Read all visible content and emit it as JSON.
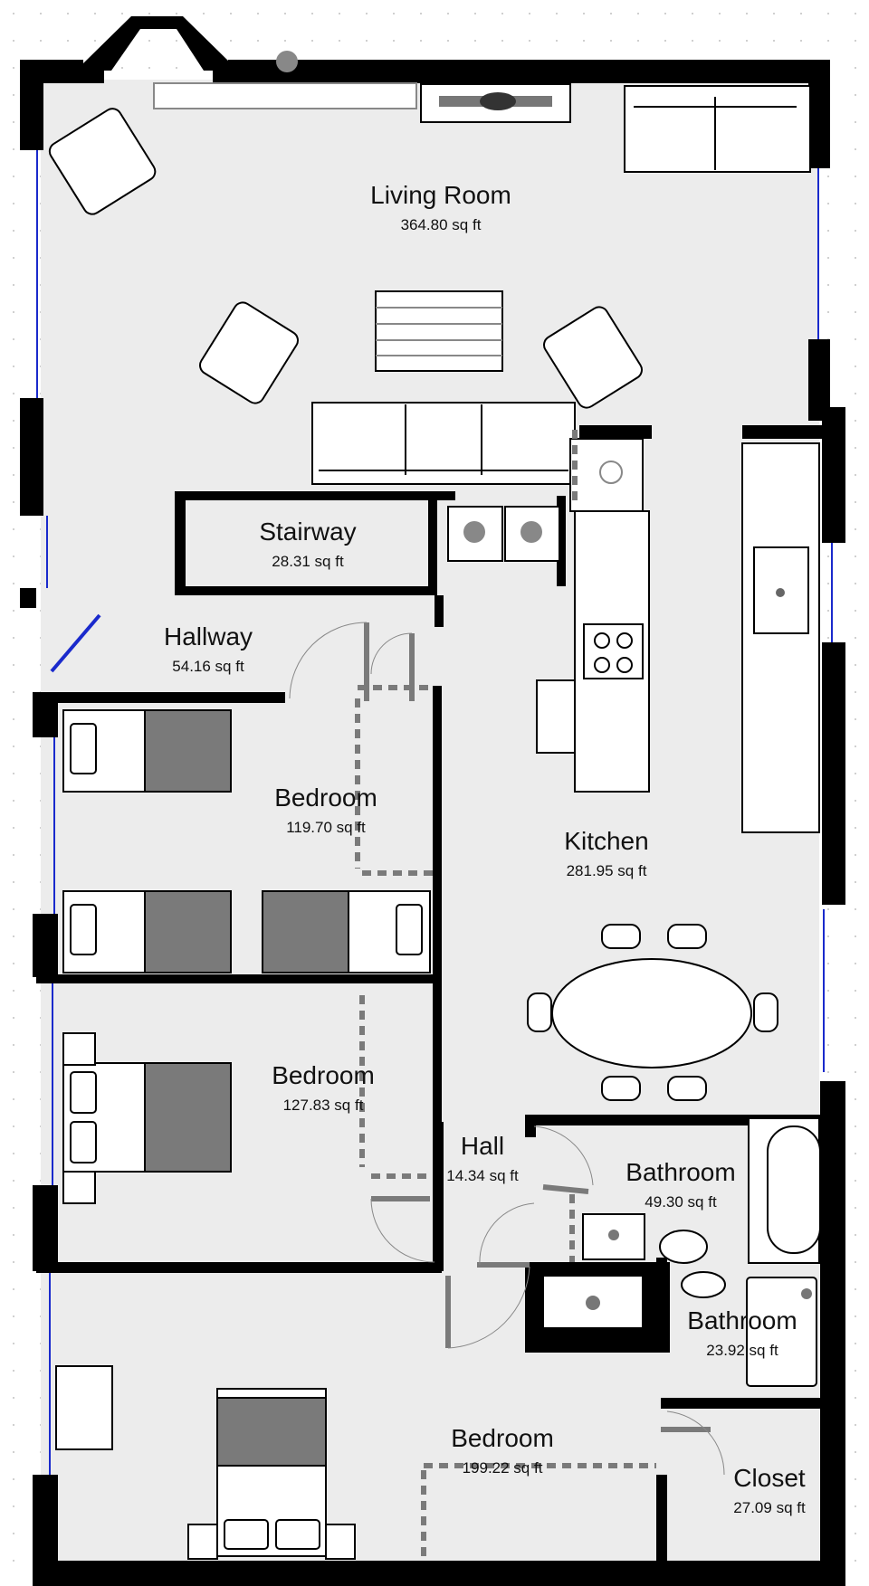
{
  "plan": {
    "title": "Floor Plan",
    "floor_color": "#ececec",
    "wall_color": "#000000",
    "window_color": "#1a2acc",
    "door_color": "#7a7a7a"
  },
  "rooms": [
    {
      "name": "Living Room",
      "area": "364.80 sq ft"
    },
    {
      "name": "Stairway",
      "area": "28.31 sq ft"
    },
    {
      "name": "Hallway",
      "area": "54.16 sq ft"
    },
    {
      "name": "Bedroom",
      "area": "119.70 sq ft"
    },
    {
      "name": "Kitchen",
      "area": "281.95 sq ft"
    },
    {
      "name": "Bedroom",
      "area": "127.83 sq ft"
    },
    {
      "name": "Hall",
      "area": "14.34 sq ft"
    },
    {
      "name": "Bathroom",
      "area": "49.30 sq ft"
    },
    {
      "name": "Bathroom",
      "area": "23.92 sq ft"
    },
    {
      "name": "Bedroom",
      "area": "199.22 sq ft"
    },
    {
      "name": "Closet",
      "area": "27.09 sq ft"
    }
  ],
  "icons": {
    "fireplace": "fireplace-icon",
    "tv": "tv-icon",
    "sofa": "sofa-icon",
    "armchair": "armchair-icon",
    "rug": "rug-icon",
    "fridge": "fridge-icon",
    "washer": "washer-icon",
    "dryer": "dryer-icon",
    "stove": "stove-icon",
    "sink": "sink-icon",
    "dining-table": "dining-table-icon",
    "bed": "bed-icon",
    "nightstand": "nightstand-icon",
    "toilet": "toilet-icon",
    "bathtub": "bathtub-icon",
    "shower": "shower-icon",
    "dresser": "dresser-icon"
  }
}
